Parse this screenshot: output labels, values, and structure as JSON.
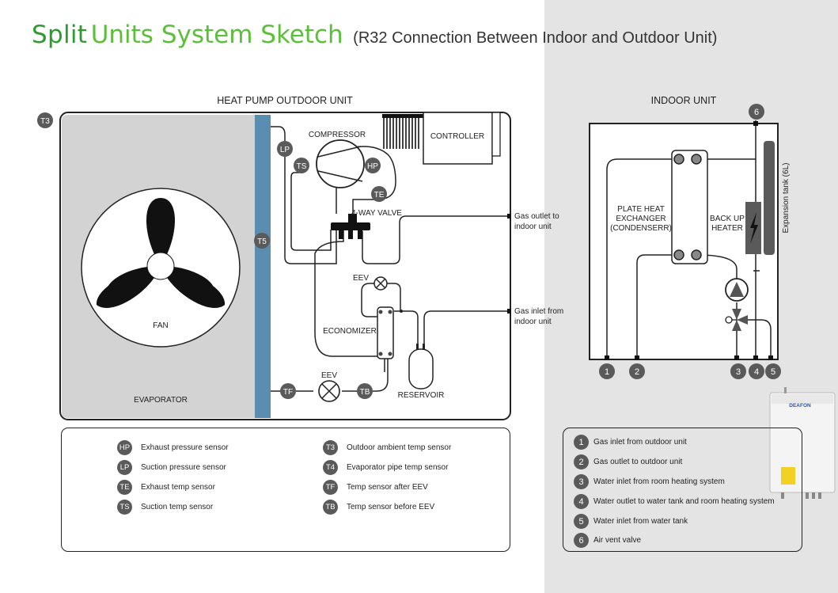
{
  "title": {
    "part1": "Split",
    "part2": "Units System Sketch",
    "subtitle": "(R32 Connection Between Indoor and Outdoor Unit)"
  },
  "outdoor": {
    "header": "HEAT PUMP OUTDOOR UNIT",
    "fan": "FAN",
    "evaporator": "EVAPORATOR",
    "compressor": "COMPRESSOR",
    "controller": "CONTROLLER",
    "four_way_valve": "4-WAY VALVE",
    "eev_top": "EEV",
    "eev_bottom": "EEV",
    "economizer": "ECONOMIZER",
    "reservoir": "RESERVOIR",
    "gas_outlet_l1": "Gas outlet to",
    "gas_outlet_l2": "indoor unit",
    "gas_inlet_l1": "Gas inlet from",
    "gas_inlet_l2": "indoor unit"
  },
  "sensors": {
    "T3": "T3",
    "T5": "T5",
    "LP": "LP",
    "TS": "TS",
    "HP": "HP",
    "TE": "TE",
    "TF": "TF",
    "TB": "TB"
  },
  "indoor": {
    "header": "INDOOR UNIT",
    "phe_l1": "PLATE HEAT",
    "phe_l2": "EXCHANGER",
    "phe_l3": "(CONDENSERR)",
    "heater_l1": "BACK UP",
    "heater_l2": "HEATER",
    "expansion_tank": "Expansion tank (6L)",
    "ports": [
      "1",
      "2",
      "3",
      "4",
      "5",
      "6"
    ]
  },
  "legend_sensors": [
    {
      "code": "HP",
      "text": "Exhaust pressure sensor"
    },
    {
      "code": "LP",
      "text": "Suction pressure sensor"
    },
    {
      "code": "TE",
      "text": "Exhaust temp sensor"
    },
    {
      "code": "TS",
      "text": "Suction temp sensor"
    },
    {
      "code": "T3",
      "text": "Outdoor ambient temp sensor"
    },
    {
      "code": "T4",
      "text": "Evaporator pipe temp sensor"
    },
    {
      "code": "TF",
      "text": "Temp sensor after EEV"
    },
    {
      "code": "TB",
      "text": "Temp sensor before EEV"
    }
  ],
  "legend_connections": [
    {
      "num": "1",
      "text": "Gas inlet from outdoor unit"
    },
    {
      "num": "2",
      "text": "Gas outlet to outdoor unit"
    },
    {
      "num": "3",
      "text": "Water inlet from room heating system"
    },
    {
      "num": "4",
      "text": "Water outlet to water tank and room heating system"
    },
    {
      "num": "5",
      "text": "Water inlet from water tank"
    },
    {
      "num": "6",
      "text": "Air vent valve"
    }
  ],
  "product": {
    "brand": "DEAFON"
  },
  "colors": {
    "title_dark": "#2e9a30",
    "title_light": "#5cbf3a",
    "badge": "#5a5a5a",
    "evaporator_fill": "#d3d3d3",
    "coil": "#5b8db0",
    "right_bg": "#e4e4e4"
  }
}
